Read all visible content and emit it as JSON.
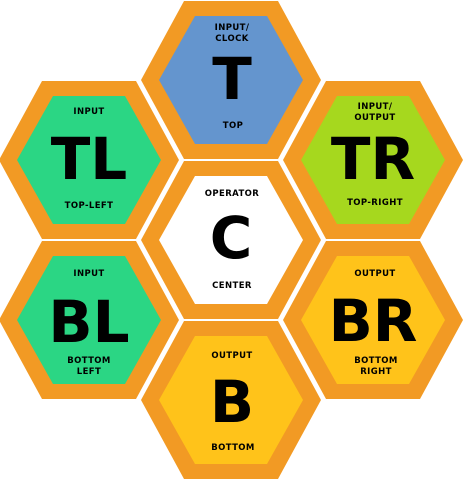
{
  "colors": {
    "border": "#F29A24",
    "top": "#6495CE",
    "top_left": "#2BD684",
    "top_right": "#A6D81E",
    "center": "#FFFFFF",
    "bottom_left": "#2BD684",
    "bottom_right": "#FFC31A",
    "bottom": "#FFC31A"
  },
  "hexes": {
    "top": {
      "letter": "T",
      "label_top_1": "INPUT/",
      "label_top_2": "CLOCK",
      "label_bottom_1": "TOP",
      "label_bottom_2": ""
    },
    "top_left": {
      "letter": "TL",
      "label_top_1": "INPUT",
      "label_top_2": "",
      "label_bottom_1": "TOP-LEFT",
      "label_bottom_2": ""
    },
    "top_right": {
      "letter": "TR",
      "label_top_1": "INPUT/",
      "label_top_2": "OUTPUT",
      "label_bottom_1": "TOP-RIGHT",
      "label_bottom_2": ""
    },
    "center": {
      "letter": "C",
      "label_top_1": "OPERATOR",
      "label_top_2": "",
      "label_bottom_1": "CENTER",
      "label_bottom_2": ""
    },
    "bottom_left": {
      "letter": "BL",
      "label_top_1": "INPUT",
      "label_top_2": "",
      "label_bottom_1": "BOTTOM",
      "label_bottom_2": "LEFT"
    },
    "bottom_right": {
      "letter": "BR",
      "label_top_1": "OUTPUT",
      "label_top_2": "",
      "label_bottom_1": "BOTTOM",
      "label_bottom_2": "RIGHT"
    },
    "bottom": {
      "letter": "B",
      "label_top_1": "OUTPUT",
      "label_top_2": "",
      "label_bottom_1": "BOTTOM",
      "label_bottom_2": ""
    }
  }
}
